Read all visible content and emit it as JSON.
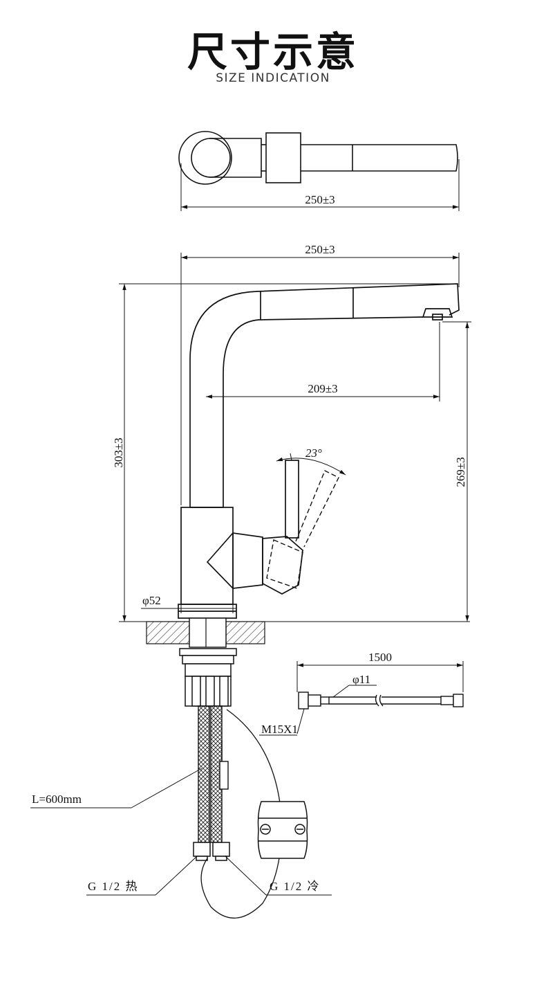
{
  "header": {
    "title": "尺寸示意",
    "subtitle": "SIZE INDICATION"
  },
  "dimensions": {
    "top_view_length": "250±3",
    "side_view_length": "250±3",
    "total_height": "303±3",
    "spout_reach": "209±3",
    "spout_height": "269±3",
    "lever_angle": "23°",
    "base_diameter": "φ52",
    "hose_length": "1500",
    "hose_diameter": "φ11",
    "hose_thread": "M15X1",
    "supply_hose_length": "L=600mm"
  },
  "labels": {
    "hot_inlet": "G 1/2 热",
    "cold_inlet": "G 1/2 冷"
  }
}
